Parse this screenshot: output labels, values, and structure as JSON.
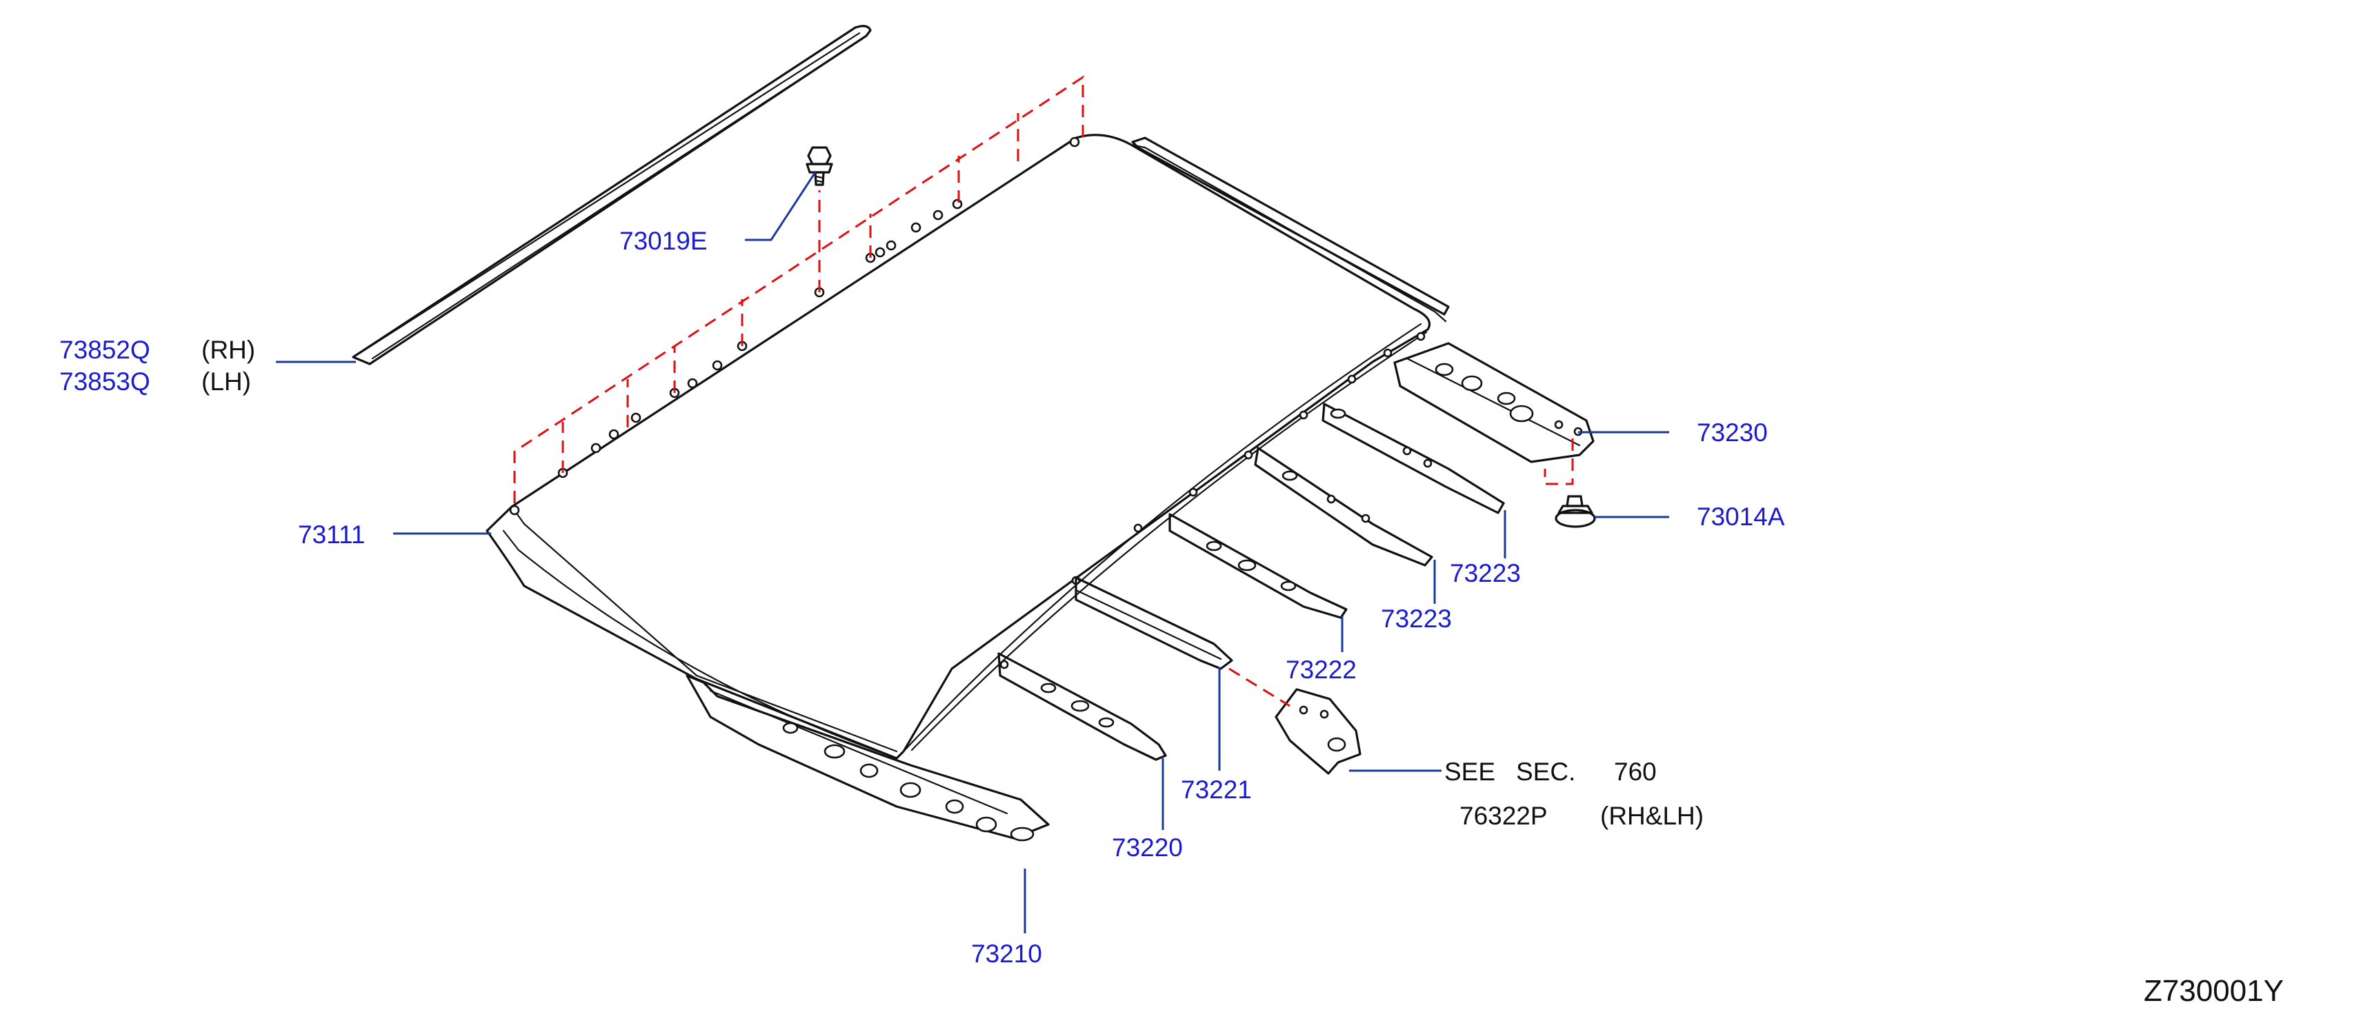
{
  "colors": {
    "part_number": "#1a1ad0",
    "text": "#111111",
    "leader": "#1a3a9a",
    "guide_dash": "#e01010",
    "outline": "#111111"
  },
  "callouts": {
    "roof_molding_rh": "73852Q",
    "roof_molding_rh_side": "(RH)",
    "roof_molding_lh": "73853Q",
    "roof_molding_lh_side": "(LH)",
    "clip": "73019E",
    "roof_panel": "73111",
    "rear_rail": "73230",
    "grommet": "73014A",
    "bow_1": "73223",
    "bow_2": "73223",
    "bow_3": "73222",
    "bow_4": "73221",
    "bow_5": "73220",
    "front_rail": "73210",
    "see_1": "SEE",
    "see_2": "SEC.",
    "see_3": "760",
    "bracket_part": "76322P",
    "bracket_side": "(RH&LH)"
  },
  "figure_code": "Z730001Y"
}
